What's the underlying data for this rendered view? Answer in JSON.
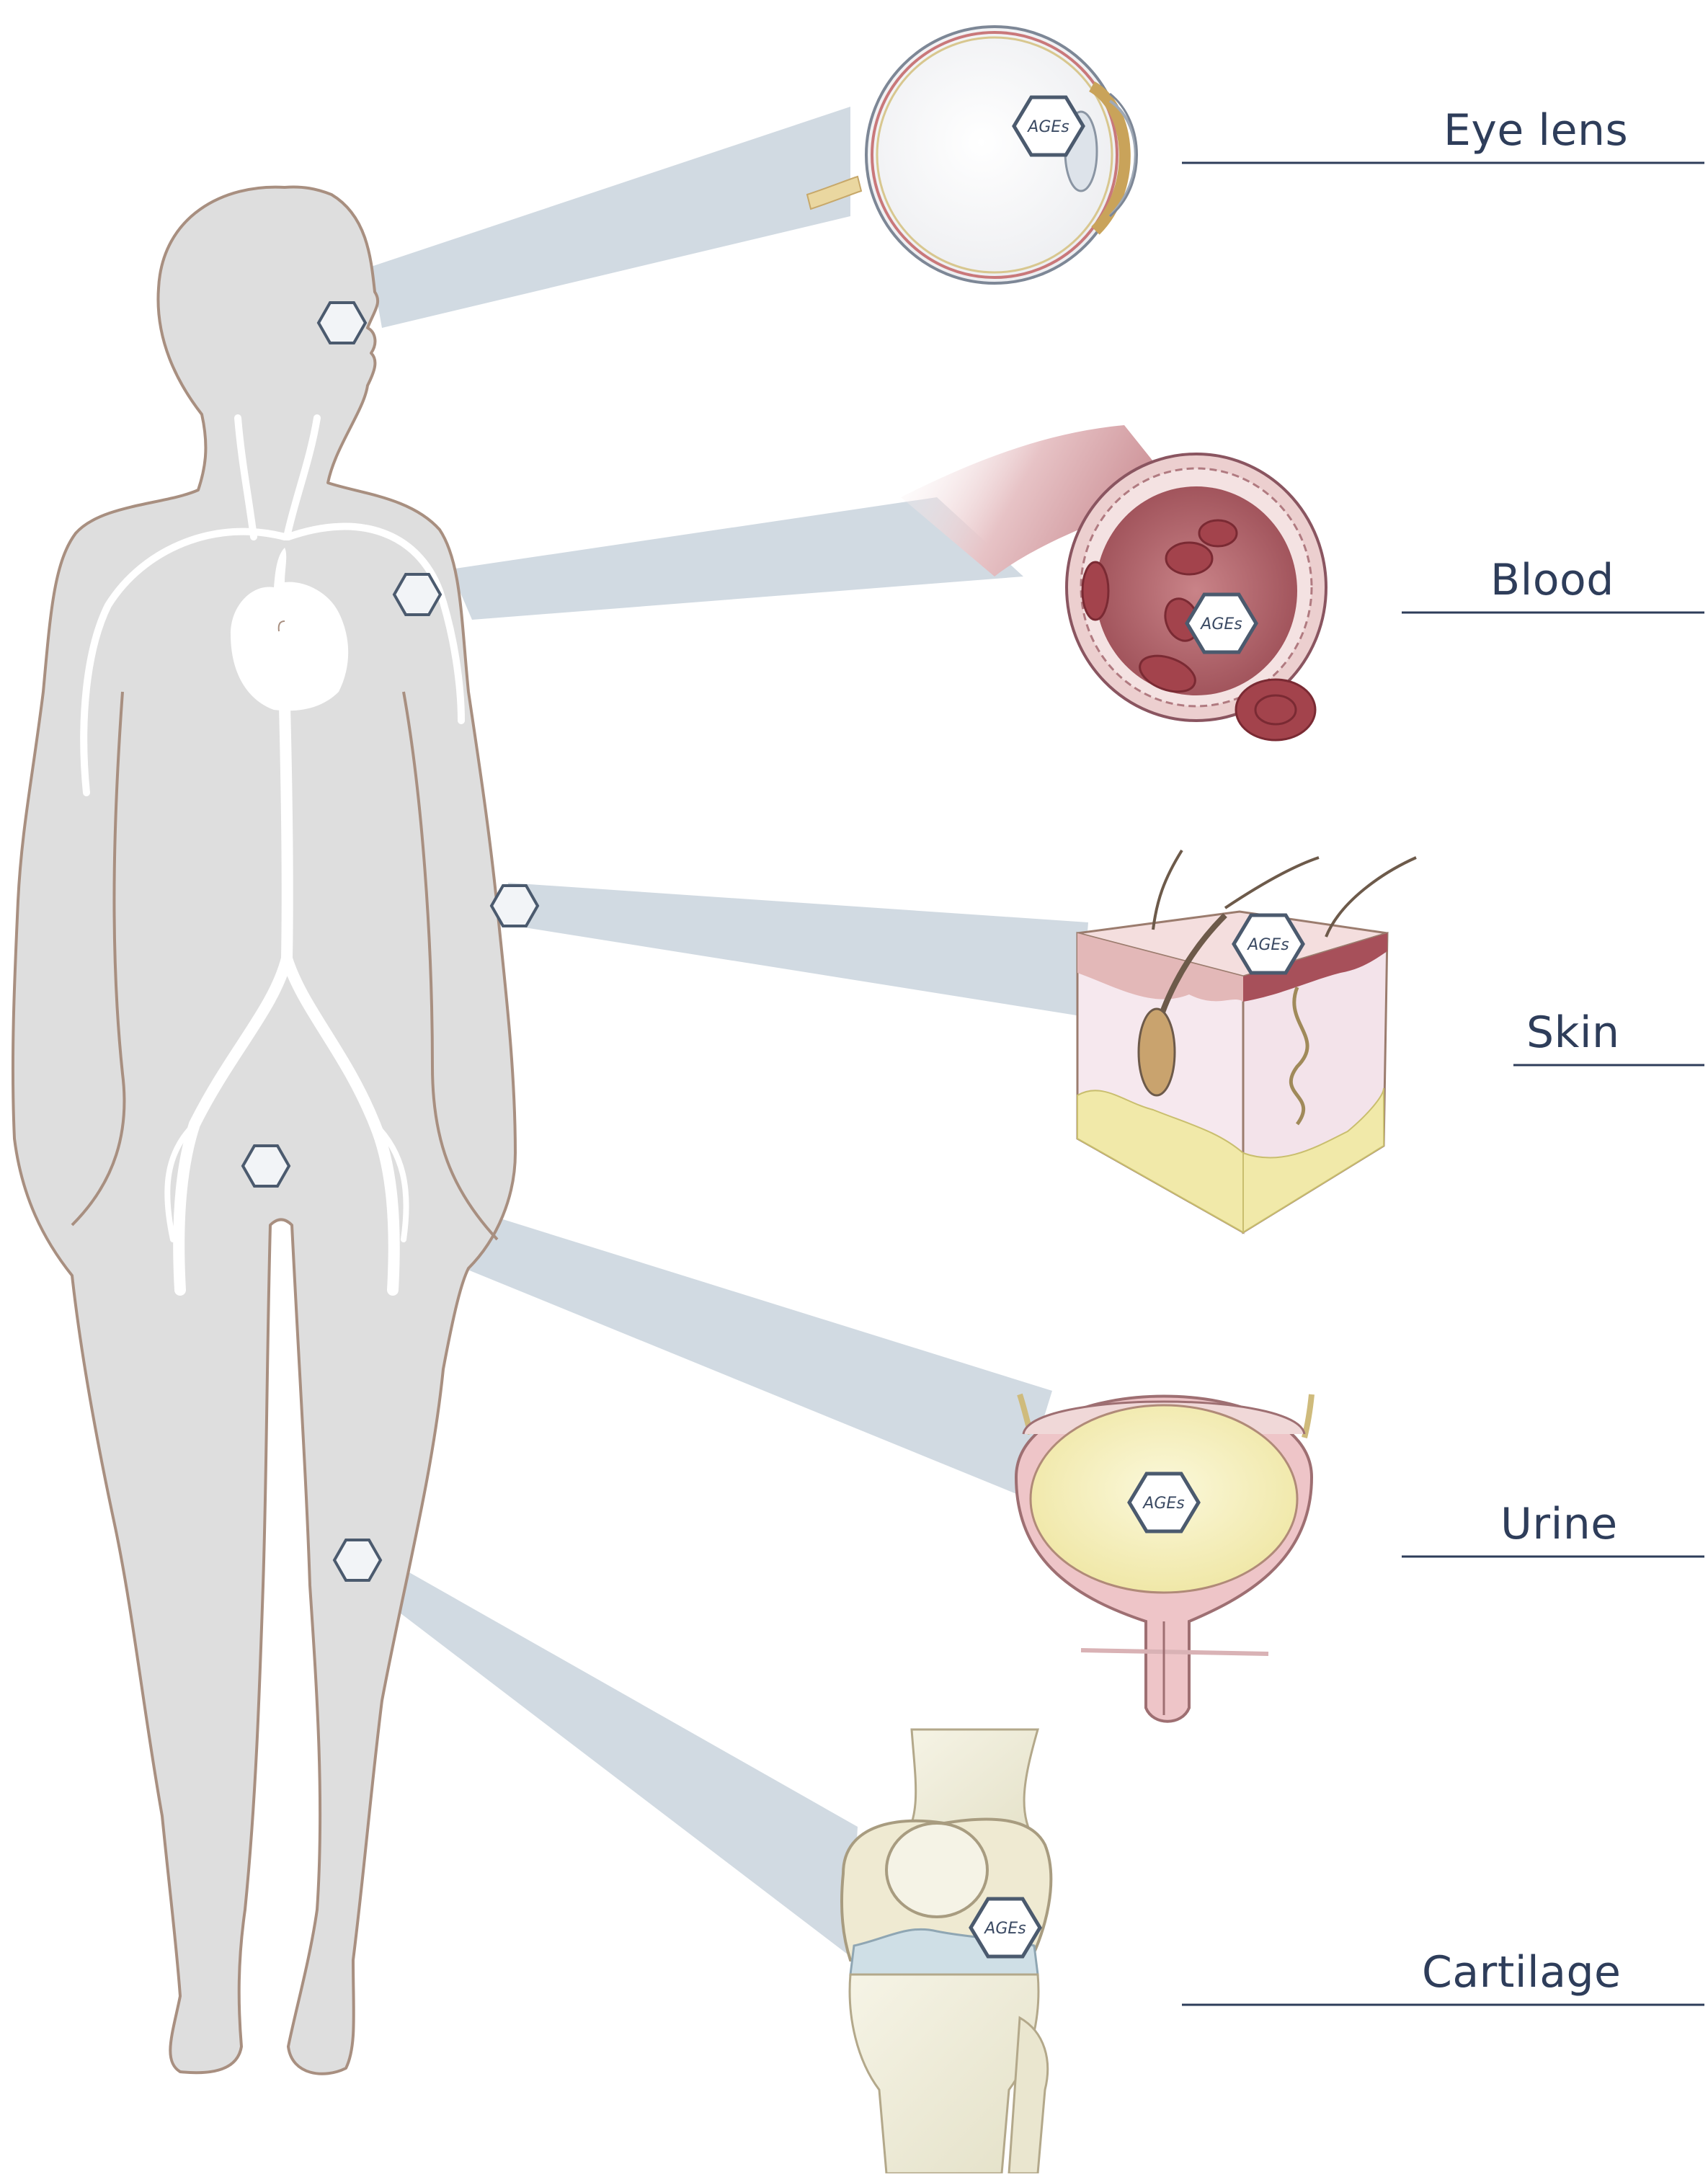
{
  "badge_text": "AGEs",
  "colors": {
    "body_fill": "#dedede",
    "body_outline": "#a88f80",
    "vessel": "#ffffff",
    "beam": "#c9d3dd",
    "hexagon_stroke": "#4b5a6e",
    "label_text": "#2e3d5a",
    "label_rule": "#2e3d5a"
  },
  "sites": [
    {
      "id": "eye",
      "label": "Eye lens",
      "icon": "eye-anatomy"
    },
    {
      "id": "blood",
      "label": "Blood",
      "icon": "blood-vessel"
    },
    {
      "id": "skin",
      "label": "Skin",
      "icon": "skin-cross-section"
    },
    {
      "id": "urine",
      "label": "Urine",
      "icon": "urinary-bladder"
    },
    {
      "id": "cartilage",
      "label": "Cartilage",
      "icon": "knee-joint"
    }
  ]
}
